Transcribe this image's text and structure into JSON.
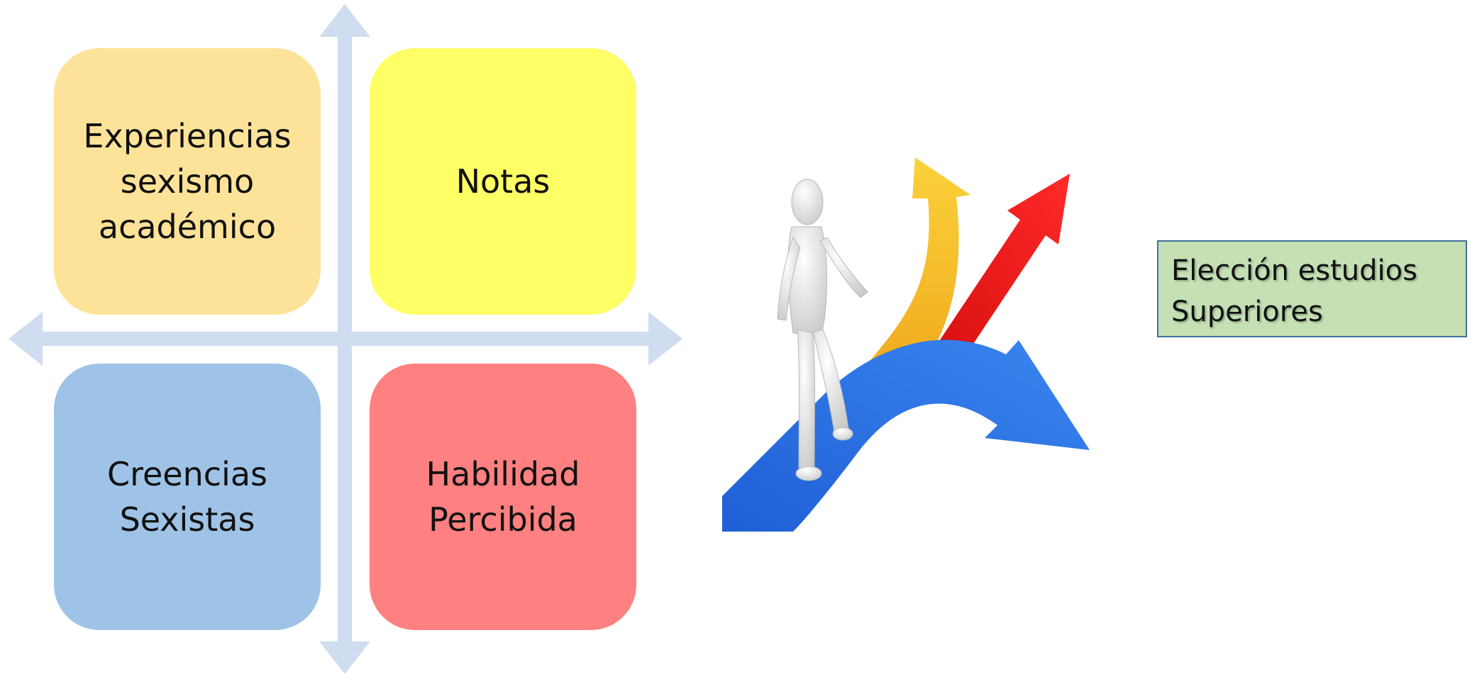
{
  "quadrants": {
    "top_left": {
      "label": "Experiencias\nsexismo\nacadémico",
      "color": "#fde399"
    },
    "top_right": {
      "label": "Notas",
      "color": "#ffff66"
    },
    "bottom_left": {
      "label": "Creencias\nSexistas",
      "color": "#9fc3e7"
    },
    "bottom_right": {
      "label": "Habilidad\nPercibida",
      "color": "#ff8080"
    }
  },
  "cross_color": "#d0dcef",
  "illustration": {
    "icon": "person-choosing-path-arrows-icon",
    "arrow_colors": [
      "#2f6fe6",
      "#f7c531",
      "#ee1b1b"
    ]
  },
  "result_box": {
    "line1": "Elección estudios",
    "line2": "Superiores",
    "background": "#c5e0b4",
    "border": "#41719c"
  }
}
